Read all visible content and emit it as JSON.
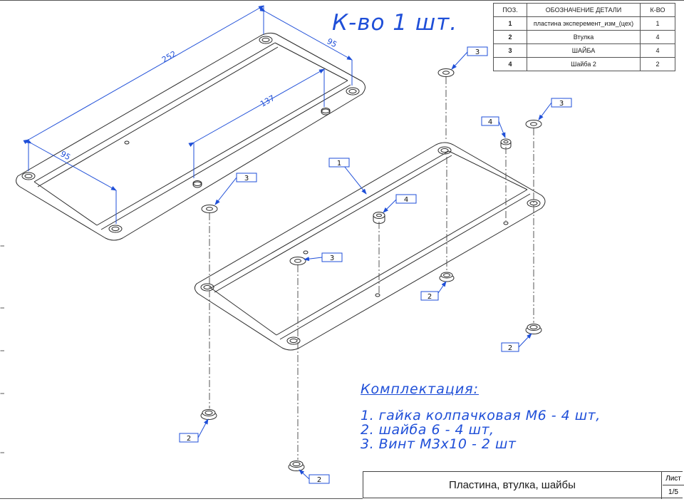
{
  "bom": {
    "headers": [
      "ПОЗ.",
      "ОБОЗНАЧЕНИЕ ДЕТАЛИ",
      "К-ВО"
    ],
    "rows": [
      {
        "pos": "1",
        "name": "пластина эксперемент_изм_(цех)",
        "qty": "1"
      },
      {
        "pos": "2",
        "name": "Втулка",
        "qty": "4"
      },
      {
        "pos": "3",
        "name": "ШАЙБА",
        "qty": "4"
      },
      {
        "pos": "4",
        "name": "Шайба 2",
        "qty": "2"
      }
    ]
  },
  "quantity_note": "К-во 1 шт.",
  "dimensions": {
    "length": "252",
    "width": "95",
    "hole_spacing": "137",
    "offset": "95"
  },
  "callouts": {
    "plate": "1",
    "nut": "2",
    "washer": "3",
    "bushing": "4"
  },
  "kit": {
    "title": "Комплектация:",
    "items": [
      "1. гайка колпачковая М6 - 4 шт,",
      "2. шайба 6 - 4 шт,",
      "3. Винт М3х10 - 2 шт"
    ]
  },
  "title_block": {
    "name": "Пластина, втулка, шайбы",
    "sheet_label": "Лист",
    "sheet_number": "1/5"
  },
  "colors": {
    "annotation": "#1f4fd8",
    "line": "#2a2a2a"
  }
}
